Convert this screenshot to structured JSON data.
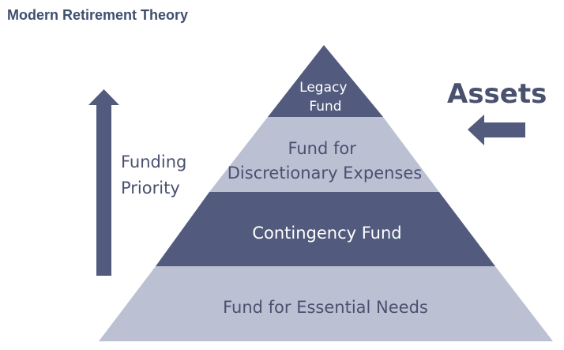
{
  "title": "Modern Retirement Theory",
  "pyramid": {
    "tiers": [
      {
        "lines": [
          "Legacy",
          "Fund"
        ],
        "fill": "#525b7e",
        "text_color": "#ffffff"
      },
      {
        "lines": [
          "Fund for",
          "Discretionary Expenses"
        ],
        "fill": "#bcc0d3",
        "text_color": "#49516f"
      },
      {
        "lines": [
          "Contingency Fund"
        ],
        "fill": "#525b7e",
        "text_color": "#ffffff"
      },
      {
        "lines": [
          "Fund for Essential Needs"
        ],
        "fill": "#bcc0d3",
        "text_color": "#49516f"
      }
    ]
  },
  "funding_priority": {
    "lines": [
      "Funding",
      "Priority"
    ],
    "arrow_color": "#525b7e",
    "text_color": "#49516f"
  },
  "assets": {
    "label": "Assets",
    "arrow_color": "#525b7e",
    "text_color": "#49516f"
  }
}
